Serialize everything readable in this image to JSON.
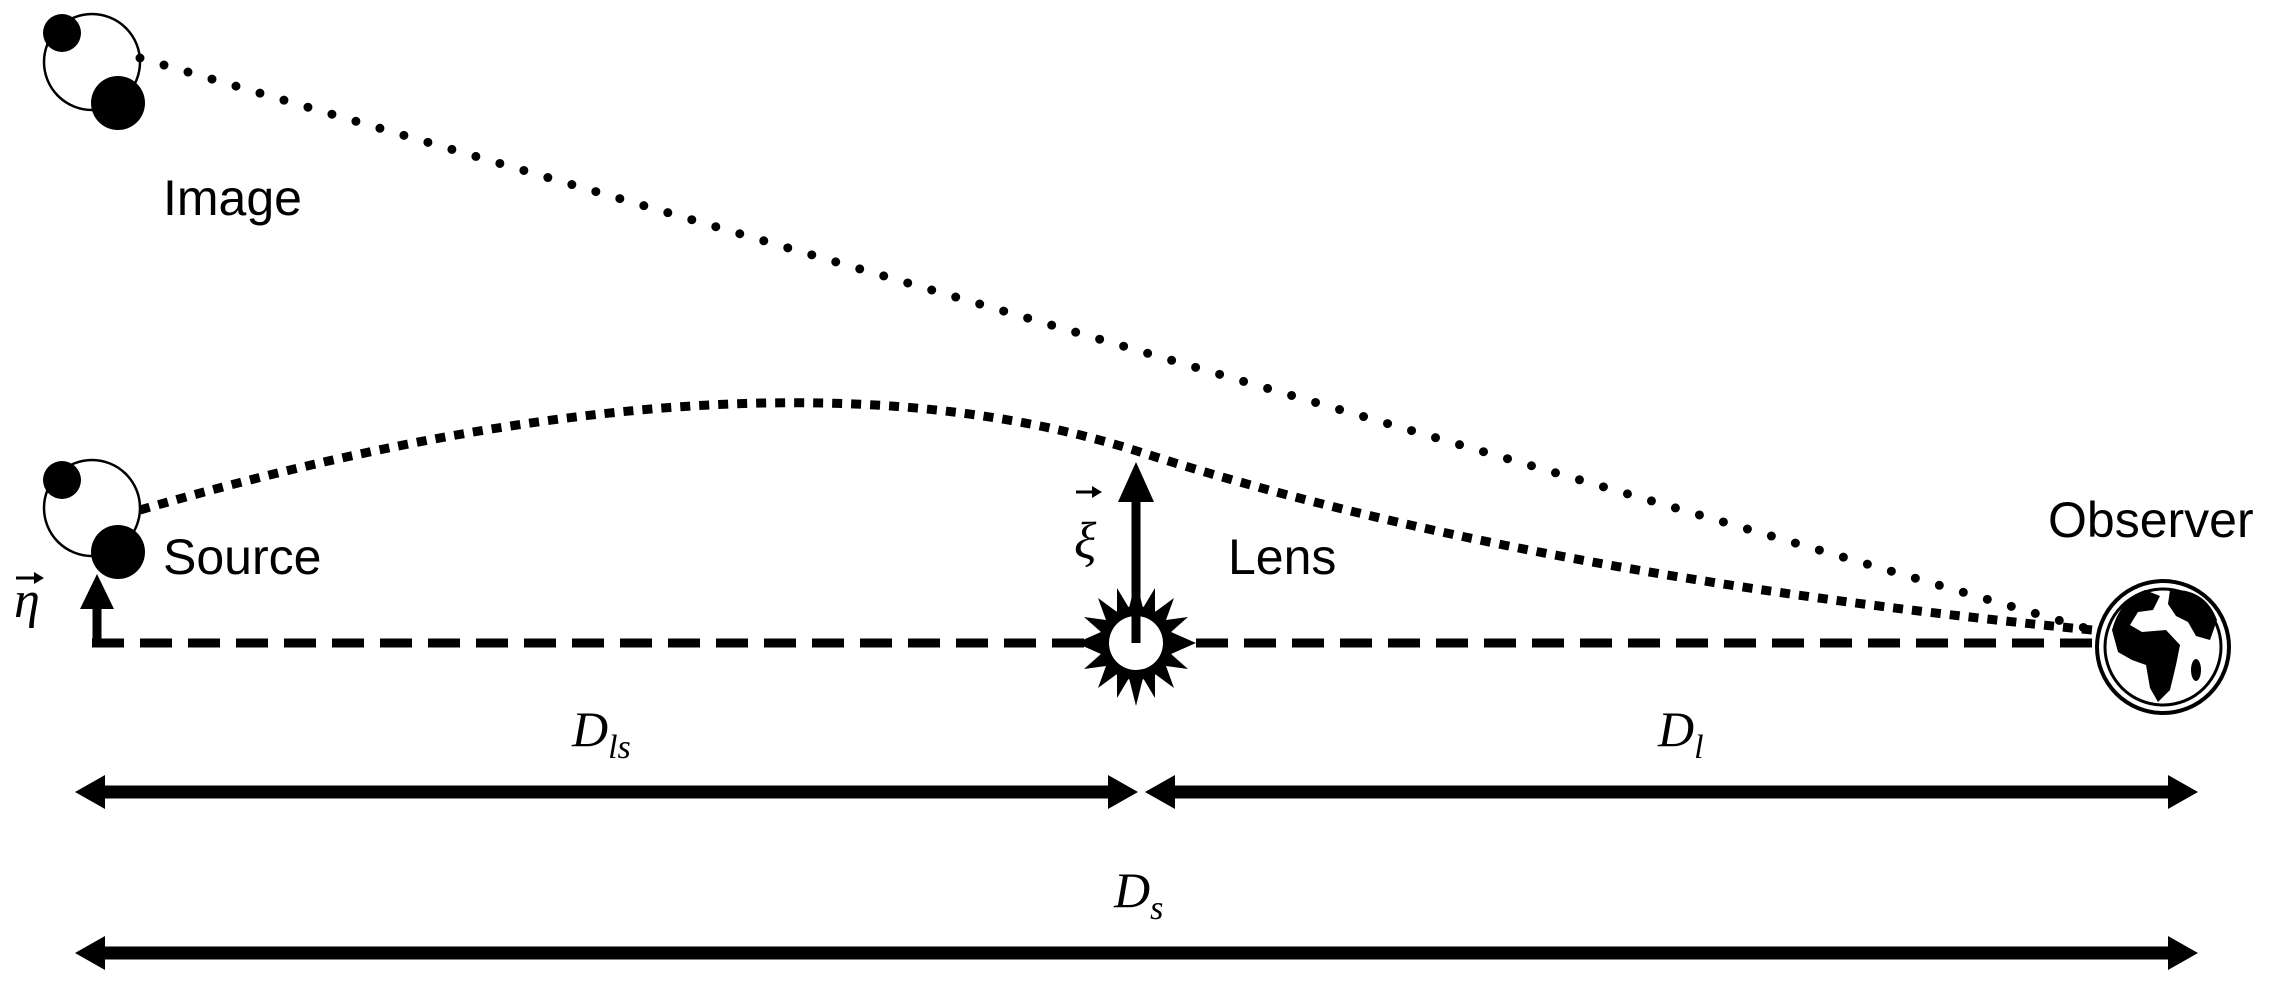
{
  "labels": {
    "image": "Image",
    "source": "Source",
    "lens": "Lens",
    "observer": "Observer"
  },
  "math": {
    "eta": "η",
    "xi": "ξ",
    "d_ls": {
      "base": "D",
      "sub": "ls"
    },
    "d_l": {
      "base": "D",
      "sub": "l"
    },
    "d_s": {
      "base": "D",
      "sub": "s"
    }
  }
}
